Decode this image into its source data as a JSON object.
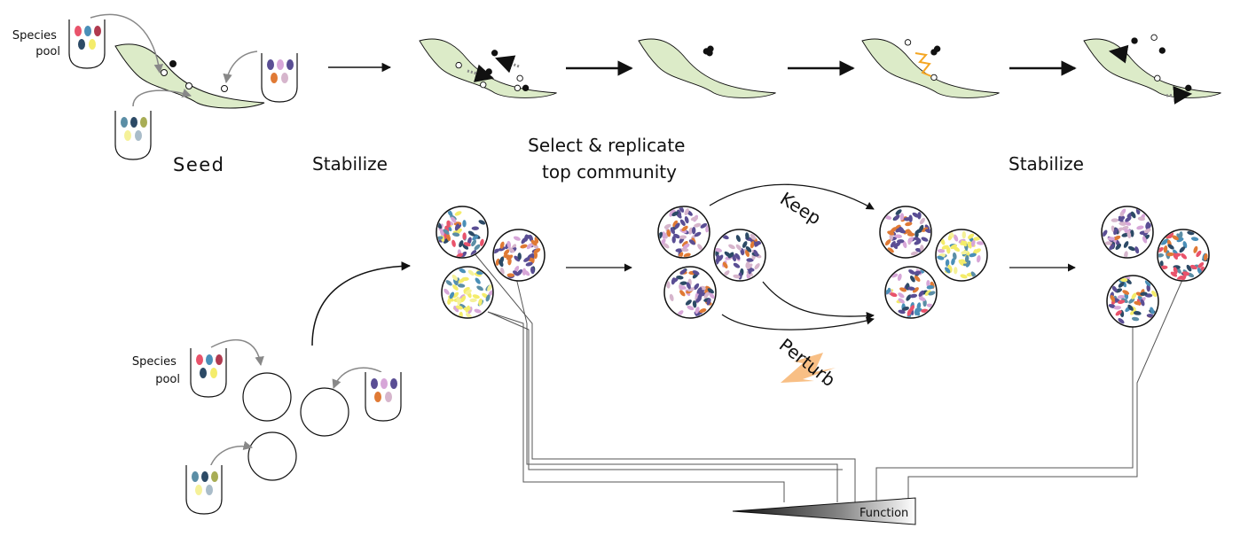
{
  "labels": {
    "species_pool_top": [
      "Species",
      "pool"
    ],
    "species_pool_bottom": [
      "Species",
      "pool"
    ],
    "seed": "Seed",
    "stabilize_1": "Stabilize",
    "select_replicate": [
      "Select & replicate",
      "top community"
    ],
    "stabilize_2": "Stabilize",
    "keep": "Keep",
    "perturb": "Perturb",
    "function": "Function"
  },
  "colors": {
    "landscape_fill": "#dcebc8",
    "red": "#e9536b",
    "blue": "#4a8fb8",
    "darkred": "#b03a4f",
    "navy": "#2c4a66",
    "yellow": "#f4ec6a",
    "purple": "#5a4e94",
    "pink": "#d7a6d8",
    "orange": "#e07a35",
    "lightpink": "#d6b5cc",
    "steel": "#5b8ea6",
    "olive": "#a8ad55",
    "lightyellow": "#f5f199",
    "greyblue": "#a9bcc9",
    "spark": "#f5a623"
  }
}
